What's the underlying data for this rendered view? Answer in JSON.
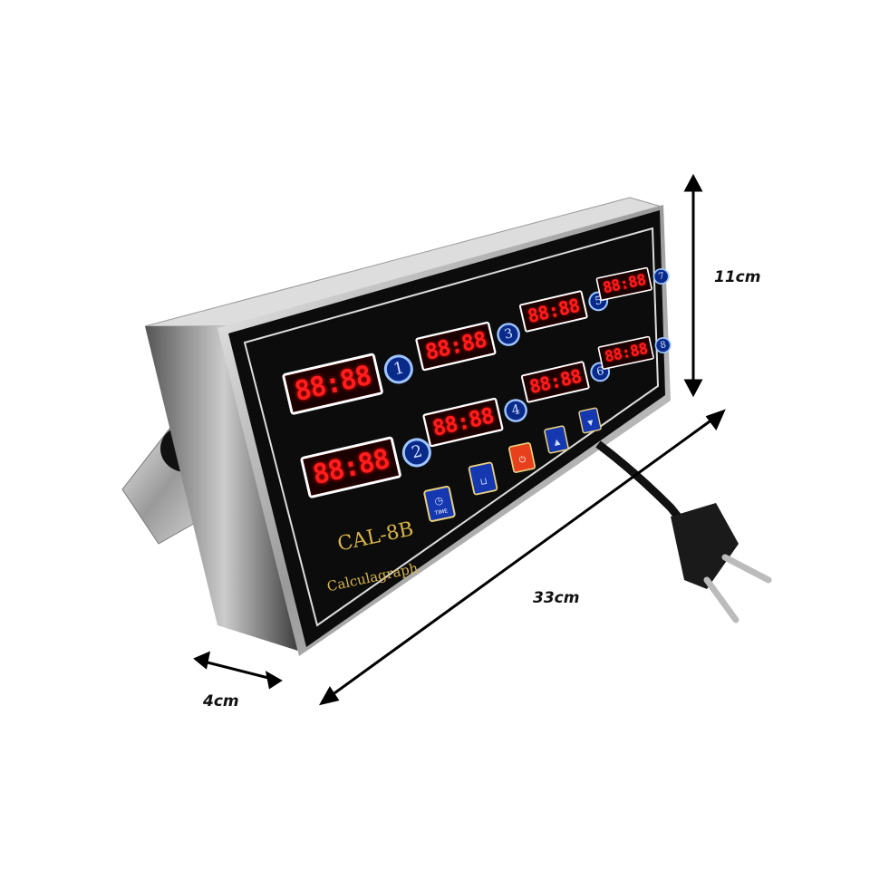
{
  "dimensions": {
    "height": "11cm",
    "length": "33cm",
    "depth": "4cm"
  },
  "device": {
    "model": "CAL-8B",
    "name": "Calculagraph",
    "timers": [
      {
        "id": "1",
        "display": "88:88"
      },
      {
        "id": "2",
        "display": "88:88"
      },
      {
        "id": "3",
        "display": "88:88"
      },
      {
        "id": "4",
        "display": "88:88"
      },
      {
        "id": "5",
        "display": "88:88"
      },
      {
        "id": "6",
        "display": "88:88"
      },
      {
        "id": "7",
        "display": "88:88"
      },
      {
        "id": "8",
        "display": "88:88"
      }
    ],
    "buttons": [
      {
        "label": "TIME",
        "icon": "clock-icon",
        "color": "#1537b0"
      },
      {
        "label": "",
        "icon": "basket-icon",
        "color": "#1537b0"
      },
      {
        "label": "",
        "icon": "power-icon",
        "color": "#e8401c"
      },
      {
        "label": "",
        "icon": "up-arrow-icon",
        "color": "#1537b0"
      },
      {
        "label": "",
        "icon": "down-arrow-icon",
        "color": "#1537b0"
      }
    ],
    "display_color": "#ff1e1e",
    "badge_color": "#0a2a8a"
  }
}
